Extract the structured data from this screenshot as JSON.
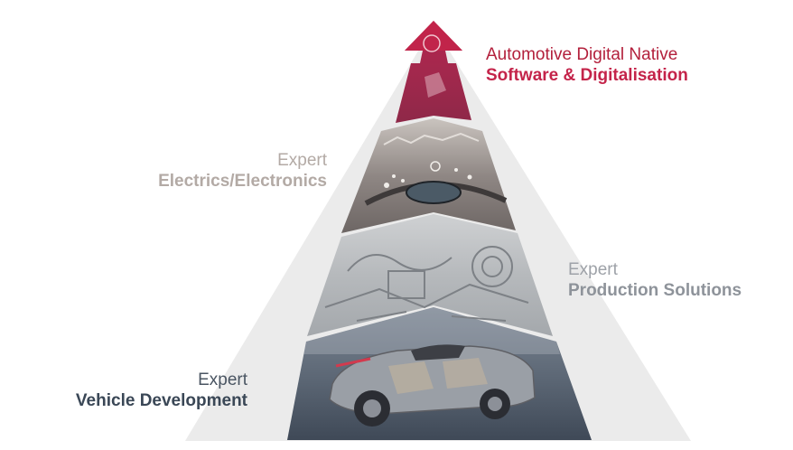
{
  "colors": {
    "accent_red": "#c4244a",
    "ee_gray": "#b3aaa5",
    "production_gray": "#8e939a",
    "vehicle_slate": "#3a4756",
    "pyramid_backdrop": "#ebebeb"
  },
  "tiers": [
    {
      "line1": "Automotive Digital Native",
      "line2": "Software & Digitalisation",
      "icon": "arrow-up-icon"
    },
    {
      "line1": "Expert",
      "line2": "Electrics/Electronics",
      "icon": "dashboard-cockpit-icon"
    },
    {
      "line1": "Expert",
      "line2": "Production Solutions",
      "icon": "production-line-icon"
    },
    {
      "line1": "Expert",
      "line2": "Vehicle Development",
      "icon": "concept-car-icon"
    }
  ]
}
